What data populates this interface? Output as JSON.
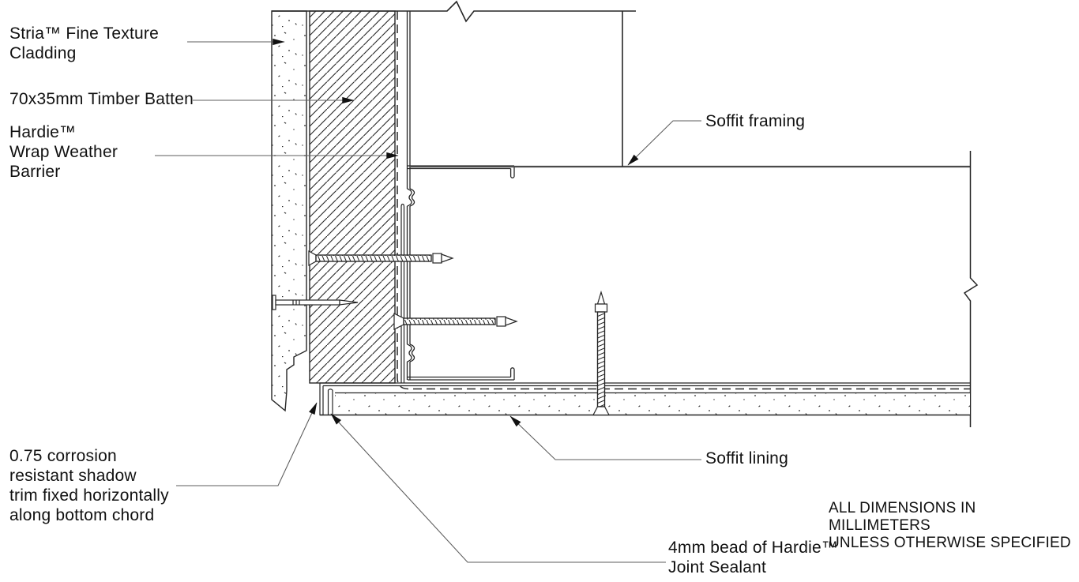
{
  "diagram": {
    "type": "construction-detail-section",
    "labels": {
      "cladding": "Stria™ Fine Texture\nCladding",
      "timber_batten": "70x35mm Timber Batten",
      "weather_barrier": "Hardie™\nWrap Weather\nBarrier",
      "soffit_framing": "Soffit framing",
      "shadow_trim": "0.75 corrosion\nresistant shadow\ntrim fixed horizontally\nalong bottom chord",
      "soffit_lining": "Soffit lining",
      "joint_sealant": "4mm bead of Hardie™\nJoint Sealant"
    },
    "note": "ALL DIMENSIONS IN MILLIMETERS\nUNLESS OTHERWISE SPECIFIED",
    "colors": {
      "background": "#ffffff",
      "linework": "#262626",
      "framing_line": "#4a4a4a",
      "leader": "#5e5e5e",
      "text": "#111111"
    }
  }
}
